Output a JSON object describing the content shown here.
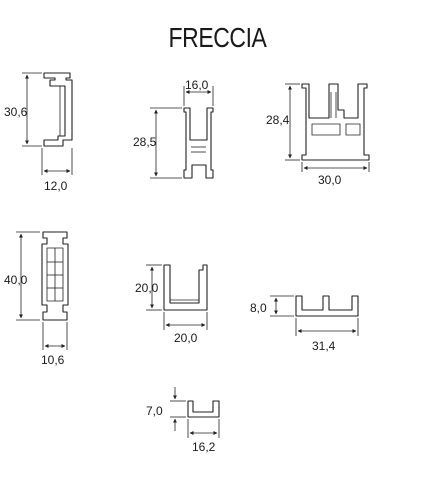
{
  "title": "FRECCIA",
  "profiles": [
    {
      "id": "p1",
      "width": "12,0",
      "height": "30,6"
    },
    {
      "id": "p2",
      "width": "16,0",
      "height": "28,5"
    },
    {
      "id": "p3",
      "width": "30,0",
      "height": "28,4"
    },
    {
      "id": "p4",
      "width": "10,6",
      "height": "40,0"
    },
    {
      "id": "p5",
      "width": "20,0",
      "height": "20,0"
    },
    {
      "id": "p6",
      "width": "31,4",
      "height": "8,0"
    },
    {
      "id": "p7",
      "width": "16,2",
      "height": "7,0"
    }
  ]
}
